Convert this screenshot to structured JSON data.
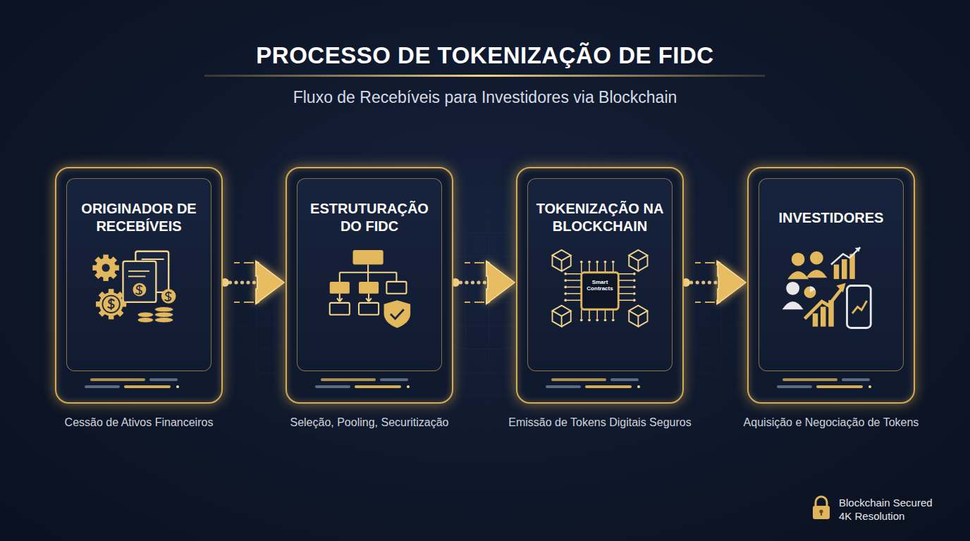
{
  "diagram": {
    "title": "PROCESSO DE TOKENIZAÇÃO DE FIDC",
    "nodes": [
      {
        "text": [
          "ORIGINADOR DE RECEBÍVEIS",
          "Cessão de Ativos Financeiros"
        ]
      },
      {
        "text": [
          "ESTRUTURAÇÃO DO FIDC",
          "Seleção, Pooling, Securitização"
        ]
      },
      {
        "text": [
          "TOKENIZAÇÃO NA BLOCKCHAIN",
          "Emissão de Tokens Digitais Seguros"
        ]
      },
      {
        "text": [
          "INVESTIDORES",
          "Aquisição e Negociação de Tokens"
        ]
      }
    ],
    "edges": [
      {
        "from": 0,
        "to": 1,
        "arrow": "to"
      },
      {
        "from": 1,
        "to": 2,
        "arrow": "to"
      },
      {
        "from": 2,
        "to": 3,
        "arrow": "to"
      }
    ],
    "labels": [
      "Fluxo de Recebíveis para Investidores via Blockchain",
      "Smart Contracts",
      "Blockchain Secured",
      "4K Resolution"
    ]
  }
}
